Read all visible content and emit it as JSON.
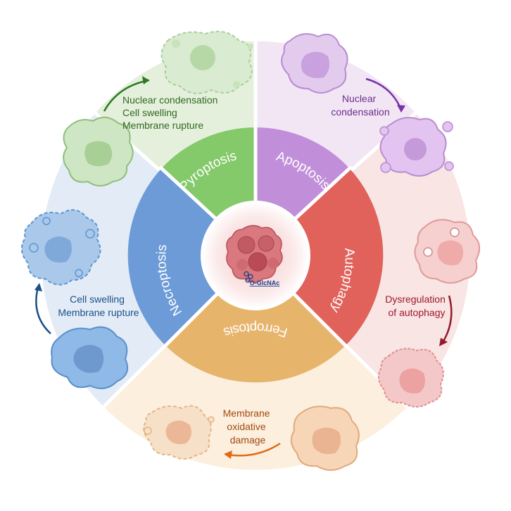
{
  "center": {
    "label": "O-GlcNAc",
    "icon": "cell-cluster-icon"
  },
  "sectors": [
    {
      "id": "pyroptosis",
      "name": "Pyroptosis",
      "ring_color": "#84c96a",
      "bg_color": "#e5f0dc",
      "text_color": "#2f6a22",
      "arrow_color": "#2a7a22",
      "description": [
        "Nuclear  condensation",
        "Cell swelling",
        "Membrane rupture"
      ]
    },
    {
      "id": "apoptosis",
      "name": "Apoptosis",
      "ring_color": "#c18fd9",
      "bg_color": "#f2e6f5",
      "text_color": "#6b2e8c",
      "arrow_color": "#7a33a8",
      "description": [
        "Nuclear",
        "condensation"
      ]
    },
    {
      "id": "autophagy",
      "name": "Autophagy",
      "ring_color": "#e0625b",
      "bg_color": "#f8e5e4",
      "text_color": "#a1162a",
      "arrow_color": "#951a2c",
      "description": [
        "Dysregulation",
        "of autophagy"
      ]
    },
    {
      "id": "ferroptosis",
      "name": "Ferroptosis",
      "ring_color": "#e7b46c",
      "bg_color": "#fcefde",
      "text_color": "#a14a10",
      "arrow_color": "#e06a14",
      "description": [
        "Membrane",
        "oxidative",
        "damage"
      ]
    },
    {
      "id": "necroptosis",
      "name": "Necroptosis",
      "ring_color": "#6c9bd8",
      "bg_color": "#e3ebf6",
      "text_color": "#19508a",
      "arrow_color": "#19508a",
      "description": [
        "Cell swelling",
        "Membrane rupture"
      ]
    }
  ]
}
